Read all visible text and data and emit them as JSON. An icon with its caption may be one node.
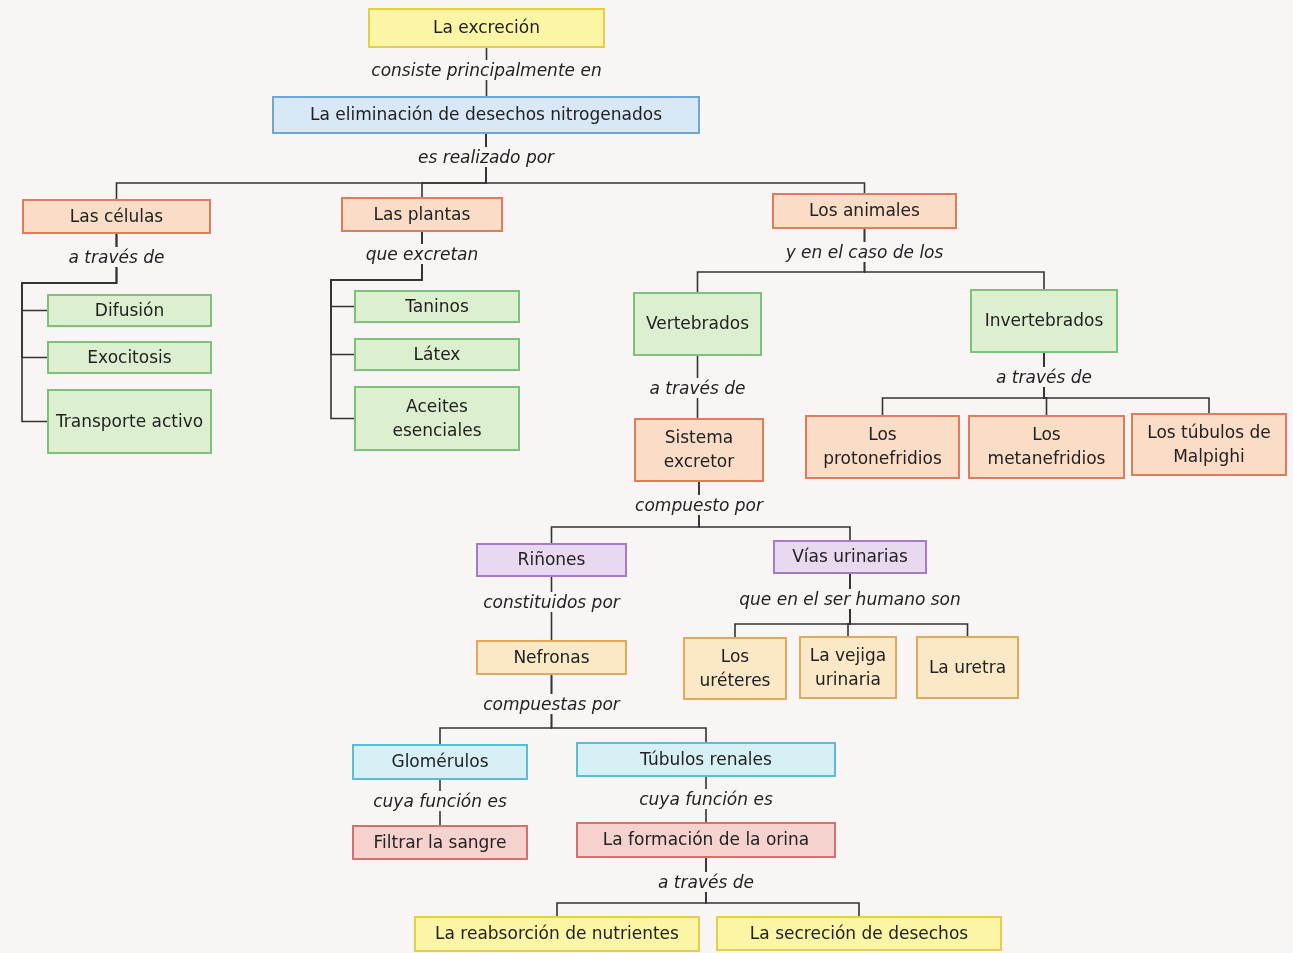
{
  "diagram": {
    "nodes": [
      {
        "text": [
          "La excreción"
        ]
      },
      {
        "text": [
          "La eliminación de desechos nitrogenados"
        ]
      },
      {
        "text": [
          "Las células"
        ]
      },
      {
        "text": [
          "Las plantas"
        ]
      },
      {
        "text": [
          "Los animales"
        ]
      },
      {
        "text": [
          "Difusión"
        ]
      },
      {
        "text": [
          "Exocitosis"
        ]
      },
      {
        "text": [
          "Transporte activo"
        ]
      },
      {
        "text": [
          "Taninos"
        ]
      },
      {
        "text": [
          "Látex"
        ]
      },
      {
        "text": [
          "Aceites esenciales"
        ]
      },
      {
        "text": [
          "Vertebrados"
        ]
      },
      {
        "text": [
          "Invertebrados"
        ]
      },
      {
        "text": [
          "Sistema excretor"
        ]
      },
      {
        "text": [
          "Los protonefridios"
        ]
      },
      {
        "text": [
          "Los metanefridios"
        ]
      },
      {
        "text": [
          "Los túbulos de Malpighi"
        ]
      },
      {
        "text": [
          "Riñones"
        ]
      },
      {
        "text": [
          "Vías urinarias"
        ]
      },
      {
        "text": [
          "Nefronas"
        ]
      },
      {
        "text": [
          "Los uréteres"
        ]
      },
      {
        "text": [
          "La vejiga urinaria"
        ]
      },
      {
        "text": [
          "La uretra"
        ]
      },
      {
        "text": [
          "Glomérulos"
        ]
      },
      {
        "text": [
          "Túbulos renales"
        ]
      },
      {
        "text": [
          "Filtrar la sangre"
        ]
      },
      {
        "text": [
          "La formación de la orina"
        ]
      },
      {
        "text": [
          "La reabsorción de nutrientes"
        ]
      },
      {
        "text": [
          "La secreción de desechos"
        ]
      }
    ],
    "edges": [
      {
        "from": 0,
        "to": 1,
        "arrow": "none",
        "label": "consiste principalmente en"
      },
      {
        "from": 1,
        "to": 2,
        "arrow": "none",
        "label": "es realizado por"
      },
      {
        "from": 1,
        "to": 3,
        "arrow": "none"
      },
      {
        "from": 1,
        "to": 4,
        "arrow": "none"
      },
      {
        "from": 2,
        "to": 5,
        "arrow": "none",
        "label": "a través de"
      },
      {
        "from": 2,
        "to": 6,
        "arrow": "none"
      },
      {
        "from": 2,
        "to": 7,
        "arrow": "none"
      },
      {
        "from": 3,
        "to": 8,
        "arrow": "none",
        "label": "que excretan"
      },
      {
        "from": 3,
        "to": 9,
        "arrow": "none"
      },
      {
        "from": 3,
        "to": 10,
        "arrow": "none"
      },
      {
        "from": 4,
        "to": 11,
        "arrow": "none",
        "label": "y en el caso de los"
      },
      {
        "from": 4,
        "to": 12,
        "arrow": "none"
      },
      {
        "from": 11,
        "to": 13,
        "arrow": "none",
        "label": "a través de"
      },
      {
        "from": 12,
        "to": 14,
        "arrow": "none",
        "label": "a través de"
      },
      {
        "from": 12,
        "to": 15,
        "arrow": "none"
      },
      {
        "from": 12,
        "to": 16,
        "arrow": "none"
      },
      {
        "from": 13,
        "to": 17,
        "arrow": "none",
        "label": "compuesto por"
      },
      {
        "from": 13,
        "to": 18,
        "arrow": "none"
      },
      {
        "from": 17,
        "to": 19,
        "arrow": "none",
        "label": "constituidos por"
      },
      {
        "from": 18,
        "to": 20,
        "arrow": "none",
        "label": "que en el ser humano son"
      },
      {
        "from": 18,
        "to": 21,
        "arrow": "none"
      },
      {
        "from": 18,
        "to": 22,
        "arrow": "none"
      },
      {
        "from": 19,
        "to": 23,
        "arrow": "none",
        "label": "compuestas por"
      },
      {
        "from": 19,
        "to": 24,
        "arrow": "none"
      },
      {
        "from": 23,
        "to": 25,
        "arrow": "none",
        "label": "cuya función es"
      },
      {
        "from": 24,
        "to": 26,
        "arrow": "none",
        "label": "cuya función es"
      },
      {
        "from": 26,
        "to": 27,
        "arrow": "none",
        "label": "a través de"
      },
      {
        "from": 26,
        "to": 28,
        "arrow": "none"
      }
    ]
  }
}
